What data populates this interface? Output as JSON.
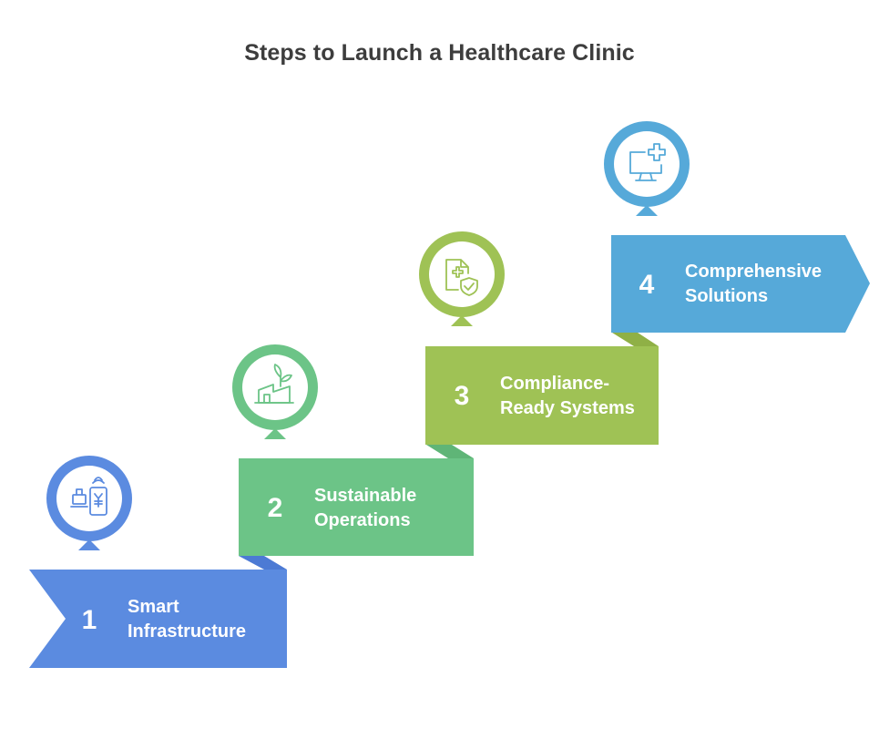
{
  "title": "Steps to Launch a Healthcare Clinic",
  "colors": {
    "step1": "#5b8be0",
    "step2": "#6cc487",
    "step3": "#9fc255",
    "step4": "#56a9d9",
    "text_dark": "#3d3d3d"
  },
  "steps": [
    {
      "number": "1",
      "line1": "Smart",
      "line2": "Infrastructure",
      "icon": "smart-device-icon"
    },
    {
      "number": "2",
      "line1": "Sustainable",
      "line2": "Operations",
      "icon": "eco-building-icon"
    },
    {
      "number": "3",
      "line1": "Compliance-",
      "line2": "Ready Systems",
      "icon": "medical-shield-document-icon"
    },
    {
      "number": "4",
      "line1": "Comprehensive",
      "line2": "Solutions",
      "icon": "medical-monitor-icon"
    }
  ]
}
